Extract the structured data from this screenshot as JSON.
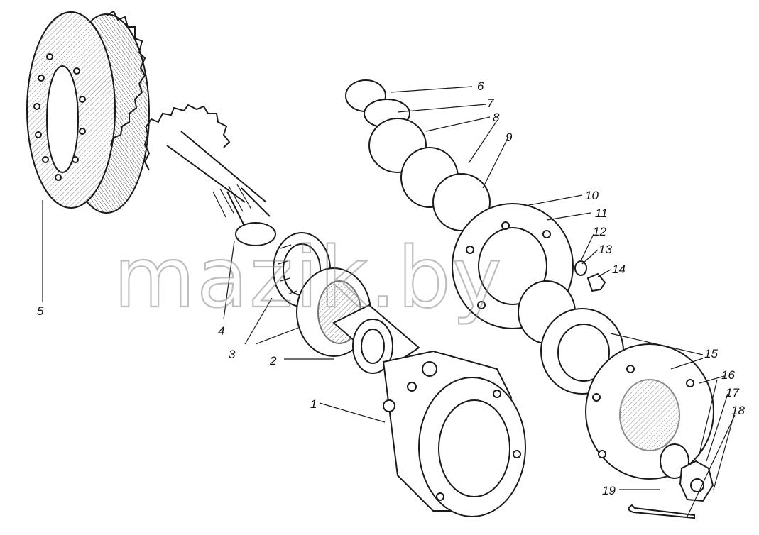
{
  "diagram": {
    "style": "exploded-assembly line drawing",
    "watermark": "mazik.by",
    "callouts": [
      "1",
      "2",
      "3",
      "4",
      "5",
      "6",
      "7",
      "8",
      "9",
      "10",
      "11",
      "12",
      "13",
      "14",
      "15",
      "16",
      "17",
      "18",
      "19"
    ]
  },
  "colors": {
    "ink": "#1a1a1a",
    "paper": "#ffffff",
    "watermark": "#8a8a8a"
  }
}
